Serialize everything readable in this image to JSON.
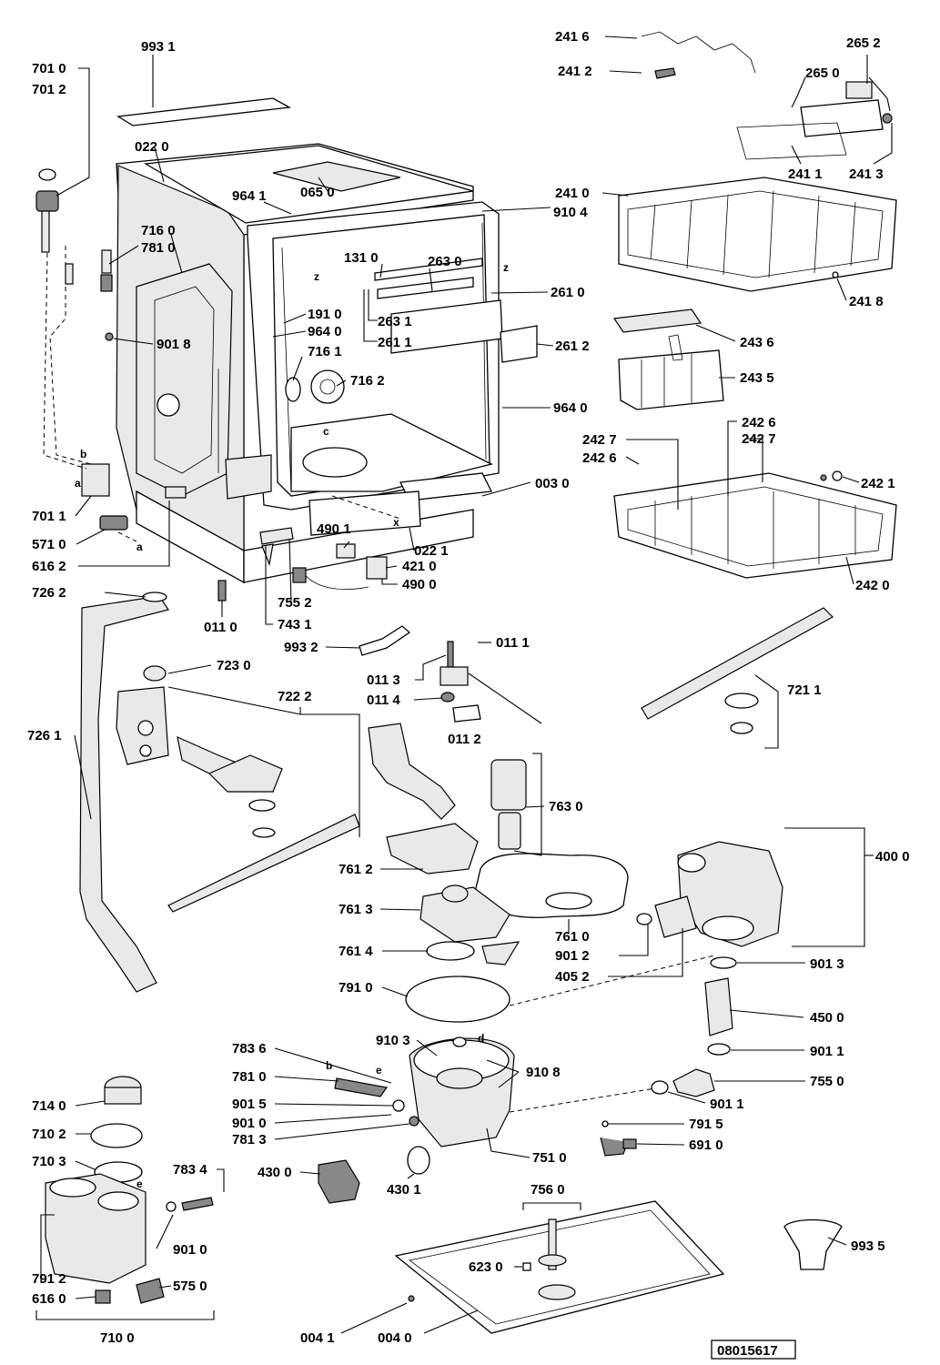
{
  "doc_number": "08015617",
  "letters": [
    "a",
    "b",
    "c",
    "x",
    "z",
    "d",
    "e"
  ],
  "labels": [
    "993 1",
    "701 0",
    "701 2",
    "022 0",
    "065 0",
    "964 1",
    "910 4",
    "716 0",
    "781 0",
    "131 0",
    "263 0",
    "261 0",
    "191 0",
    "964 0",
    "263 1",
    "261 1",
    "261 2",
    "901 8",
    "716 1",
    "716 2",
    "964 0",
    "003 0",
    "701 1",
    "571 0",
    "616 2",
    "022 1",
    "490 1",
    "421 0",
    "490 0",
    "726 2",
    "011 0",
    "755 2",
    "743 1",
    "993 2",
    "723 0",
    "722 2",
    "011 1",
    "011 3",
    "011 4",
    "011 2",
    "726 1",
    "763 0",
    "761 2",
    "761 3",
    "761 4",
    "761 0",
    "901 2",
    "405 2",
    "791 0",
    "910 3",
    "783 6",
    "910 8",
    "781 0",
    "901 5",
    "901 0",
    "781 3",
    "714 0",
    "710 2",
    "710 3",
    "783 4",
    "430 0",
    "430 1",
    "751 0",
    "756 0",
    "791 2",
    "901 0",
    "616 0",
    "575 0",
    "623 0",
    "710 0",
    "004 1",
    "004 0",
    "241 6",
    "241 2",
    "265 2",
    "265 0",
    "241 1",
    "241 3",
    "241 0",
    "241 8",
    "243 6",
    "243 5",
    "242 6",
    "242 7",
    "242 7",
    "242 6",
    "242 1",
    "242 0",
    "721 1",
    "400 0",
    "901 3",
    "450 0",
    "901 1",
    "755 0",
    "901 1",
    "791 5",
    "691 0",
    "993 5"
  ]
}
